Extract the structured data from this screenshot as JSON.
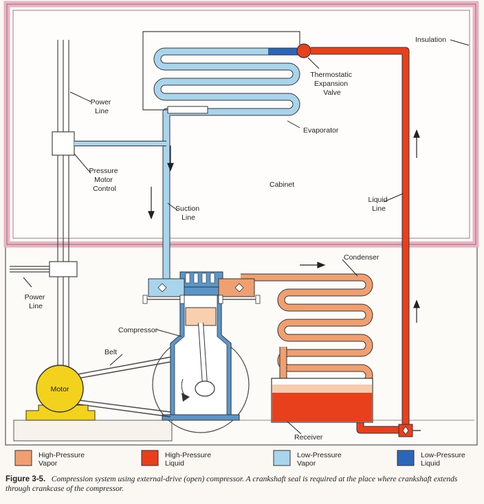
{
  "labels": {
    "insulation": "Insulation",
    "thermostatic_expansion_valve": [
      "Thermostatic",
      "Expansion",
      "Valve"
    ],
    "power_line_top": [
      "Power",
      "Line"
    ],
    "evaporator": "Evaporator",
    "pressure_motor_control": [
      "Pressure",
      "Motor",
      "Control"
    ],
    "cabinet": "Cabinet",
    "liquid_line": [
      "Liquid",
      "Line"
    ],
    "suction_line": [
      "Suction",
      "Line"
    ],
    "condenser": "Condenser",
    "power_line_bottom": [
      "Power",
      "Line"
    ],
    "compressor": "Compressor",
    "belt": "Belt",
    "motor": "Motor",
    "receiver": "Receiver"
  },
  "legend": [
    {
      "label": [
        "High-Pressure",
        "Vapor"
      ],
      "color": "#f0a070"
    },
    {
      "label": [
        "High-Pressure",
        "Liquid"
      ],
      "color": "#e8401c"
    },
    {
      "label": [
        "Low-Pressure",
        "Vapor"
      ],
      "color": "#a8d4ec"
    },
    {
      "label": [
        "Low-Pressure",
        "Liquid"
      ],
      "color": "#2c66b8"
    }
  ],
  "caption": {
    "number": "Figure 3-5.",
    "text": "Compression system using external-drive (open) compressor. A crankshaft seal is required at the place where crankshaft extends through crankcase of the compressor."
  },
  "colors": {
    "insulation": "#e8b4c4",
    "high_pressure_vapor": "#f0a070",
    "high_pressure_liquid": "#e8401c",
    "low_pressure_vapor": "#a8d4ec",
    "low_pressure_liquid": "#2c66b8",
    "motor": "#f2d21c",
    "compressor_body": "#5a96c8"
  }
}
